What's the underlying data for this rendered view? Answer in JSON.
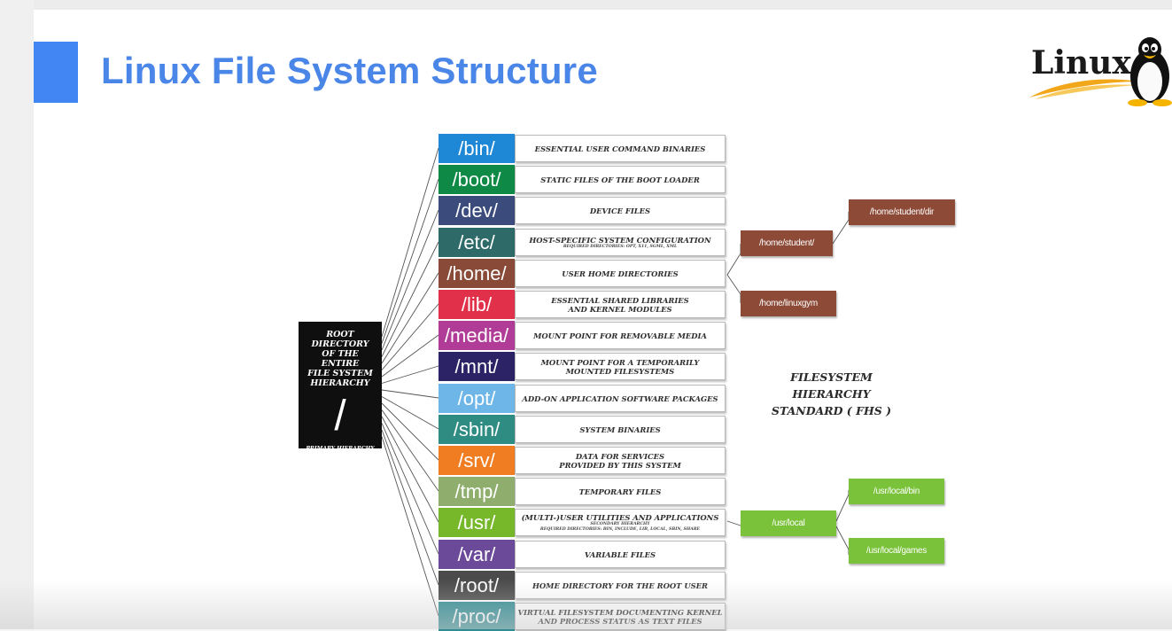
{
  "slide": {
    "title": "Linux File System Structure",
    "logo_text": "Linux"
  },
  "root": {
    "description": "ROOT DIRECTORY\nOF THE ENTIRE\nFILE SYSTEM\nHIERARCHY",
    "symbol": "/",
    "subtitle": "PRIMARY HIERARCHY"
  },
  "directories": [
    {
      "name": "/bin/",
      "color": "#1e88d6",
      "desc": "ESSENTIAL USER COMMAND BINARIES",
      "sub": ""
    },
    {
      "name": "/boot/",
      "color": "#0e8a46",
      "desc": "STATIC FILES OF THE BOOT LOADER",
      "sub": ""
    },
    {
      "name": "/dev/",
      "color": "#3a4b7c",
      "desc": "DEVICE FILES",
      "sub": ""
    },
    {
      "name": "/etc/",
      "color": "#2e6a68",
      "desc": "HOST-SPECIFIC SYSTEM CONFIGURATION",
      "sub": "REQUIRED DIRECTORIES: OPT, X11, SGML, XML"
    },
    {
      "name": "/home/",
      "color": "#8a4a38",
      "desc": "USER HOME DIRECTORIES",
      "sub": ""
    },
    {
      "name": "/lib/",
      "color": "#e0304a",
      "desc": "ESSENTIAL SHARED LIBRARIES\nAND KERNEL MODULES",
      "sub": ""
    },
    {
      "name": "/media/",
      "color": "#b03c98",
      "desc": "MOUNT POINT FOR REMOVABLE MEDIA",
      "sub": ""
    },
    {
      "name": "/mnt/",
      "color": "#2c2266",
      "desc": "MOUNT POINT FOR A TEMPORARILY\nMOUNTED FILESYSTEMS",
      "sub": ""
    },
    {
      "name": "/opt/",
      "color": "#6fb6e8",
      "desc": "ADD-ON APPLICATION SOFTWARE PACKAGES",
      "sub": ""
    },
    {
      "name": "/sbin/",
      "color": "#2f8c82",
      "desc": "SYSTEM BINARIES",
      "sub": ""
    },
    {
      "name": "/srv/",
      "color": "#f07d22",
      "desc": "DATA FOR SERVICES\nPROVIDED BY THIS SYSTEM",
      "sub": ""
    },
    {
      "name": "/tmp/",
      "color": "#8fae6e",
      "desc": "TEMPORARY FILES",
      "sub": ""
    },
    {
      "name": "/usr/",
      "color": "#76b82a",
      "desc": "(MULTI-)USER UTILITIES AND APPLICATIONS",
      "sub": "SECONDARY HIERARCHY",
      "sub2": "REQUIRED DIRECTORIES: BIN, INCLUDE, LIB, LOCAL, SBIN, SHARE"
    },
    {
      "name": "/var/",
      "color": "#6b4a9a",
      "desc": "VARIABLE FILES",
      "sub": ""
    },
    {
      "name": "/root/",
      "color": "#4b4b4b",
      "desc": "HOME DIRECTORY FOR THE ROOT USER",
      "sub": ""
    },
    {
      "name": "/proc/",
      "color": "#2f8c93",
      "desc": "VIRTUAL FILESYSTEM DOCUMENTING KERNEL\nAND PROCESS STATUS AS TEXT FILES",
      "sub": ""
    }
  ],
  "home_tree": {
    "student": "/home/student/",
    "student_dir": "/home/student/dir",
    "linuxgym": "/home/linuxgym"
  },
  "usr_tree": {
    "local": "/usr/local",
    "local_bin": "/usr/local/bin",
    "local_games": "/usr/local/games"
  },
  "fhs_label": "FILESYSTEM HIERARCHY\nSTANDARD ( FHS )",
  "colors": {
    "title": "#4a86e8",
    "accent_bar": "#4286f4",
    "home_nodes": "#8c4a37",
    "usr_nodes": "#7bc23b"
  }
}
